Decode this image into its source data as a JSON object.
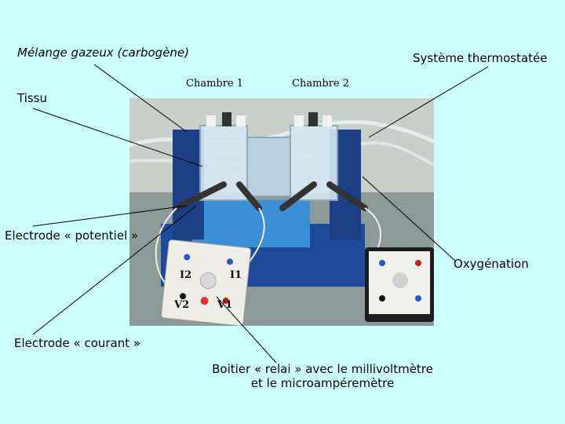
{
  "labels": {
    "gas_mixture": "Mélange gazeux (carbogène)",
    "thermostat": "Système thermostatée",
    "chamber1": "Chambre 1",
    "chamber2": "Chambre 2",
    "tissue": "Tissu",
    "electrode_potential": "Electrode « potentiel »",
    "oxygenation": "Oxygénation",
    "electrode_current": "Electrode « courant »",
    "relay_box_line1": "Boitier « relai » avec le millivoltmètre",
    "relay_box_line2": "et le microampéremètre"
  },
  "photo": {
    "terminal_i2": "I2",
    "terminal_i1": "I1",
    "terminal_v2": "V2",
    "terminal_v1": "V1"
  }
}
